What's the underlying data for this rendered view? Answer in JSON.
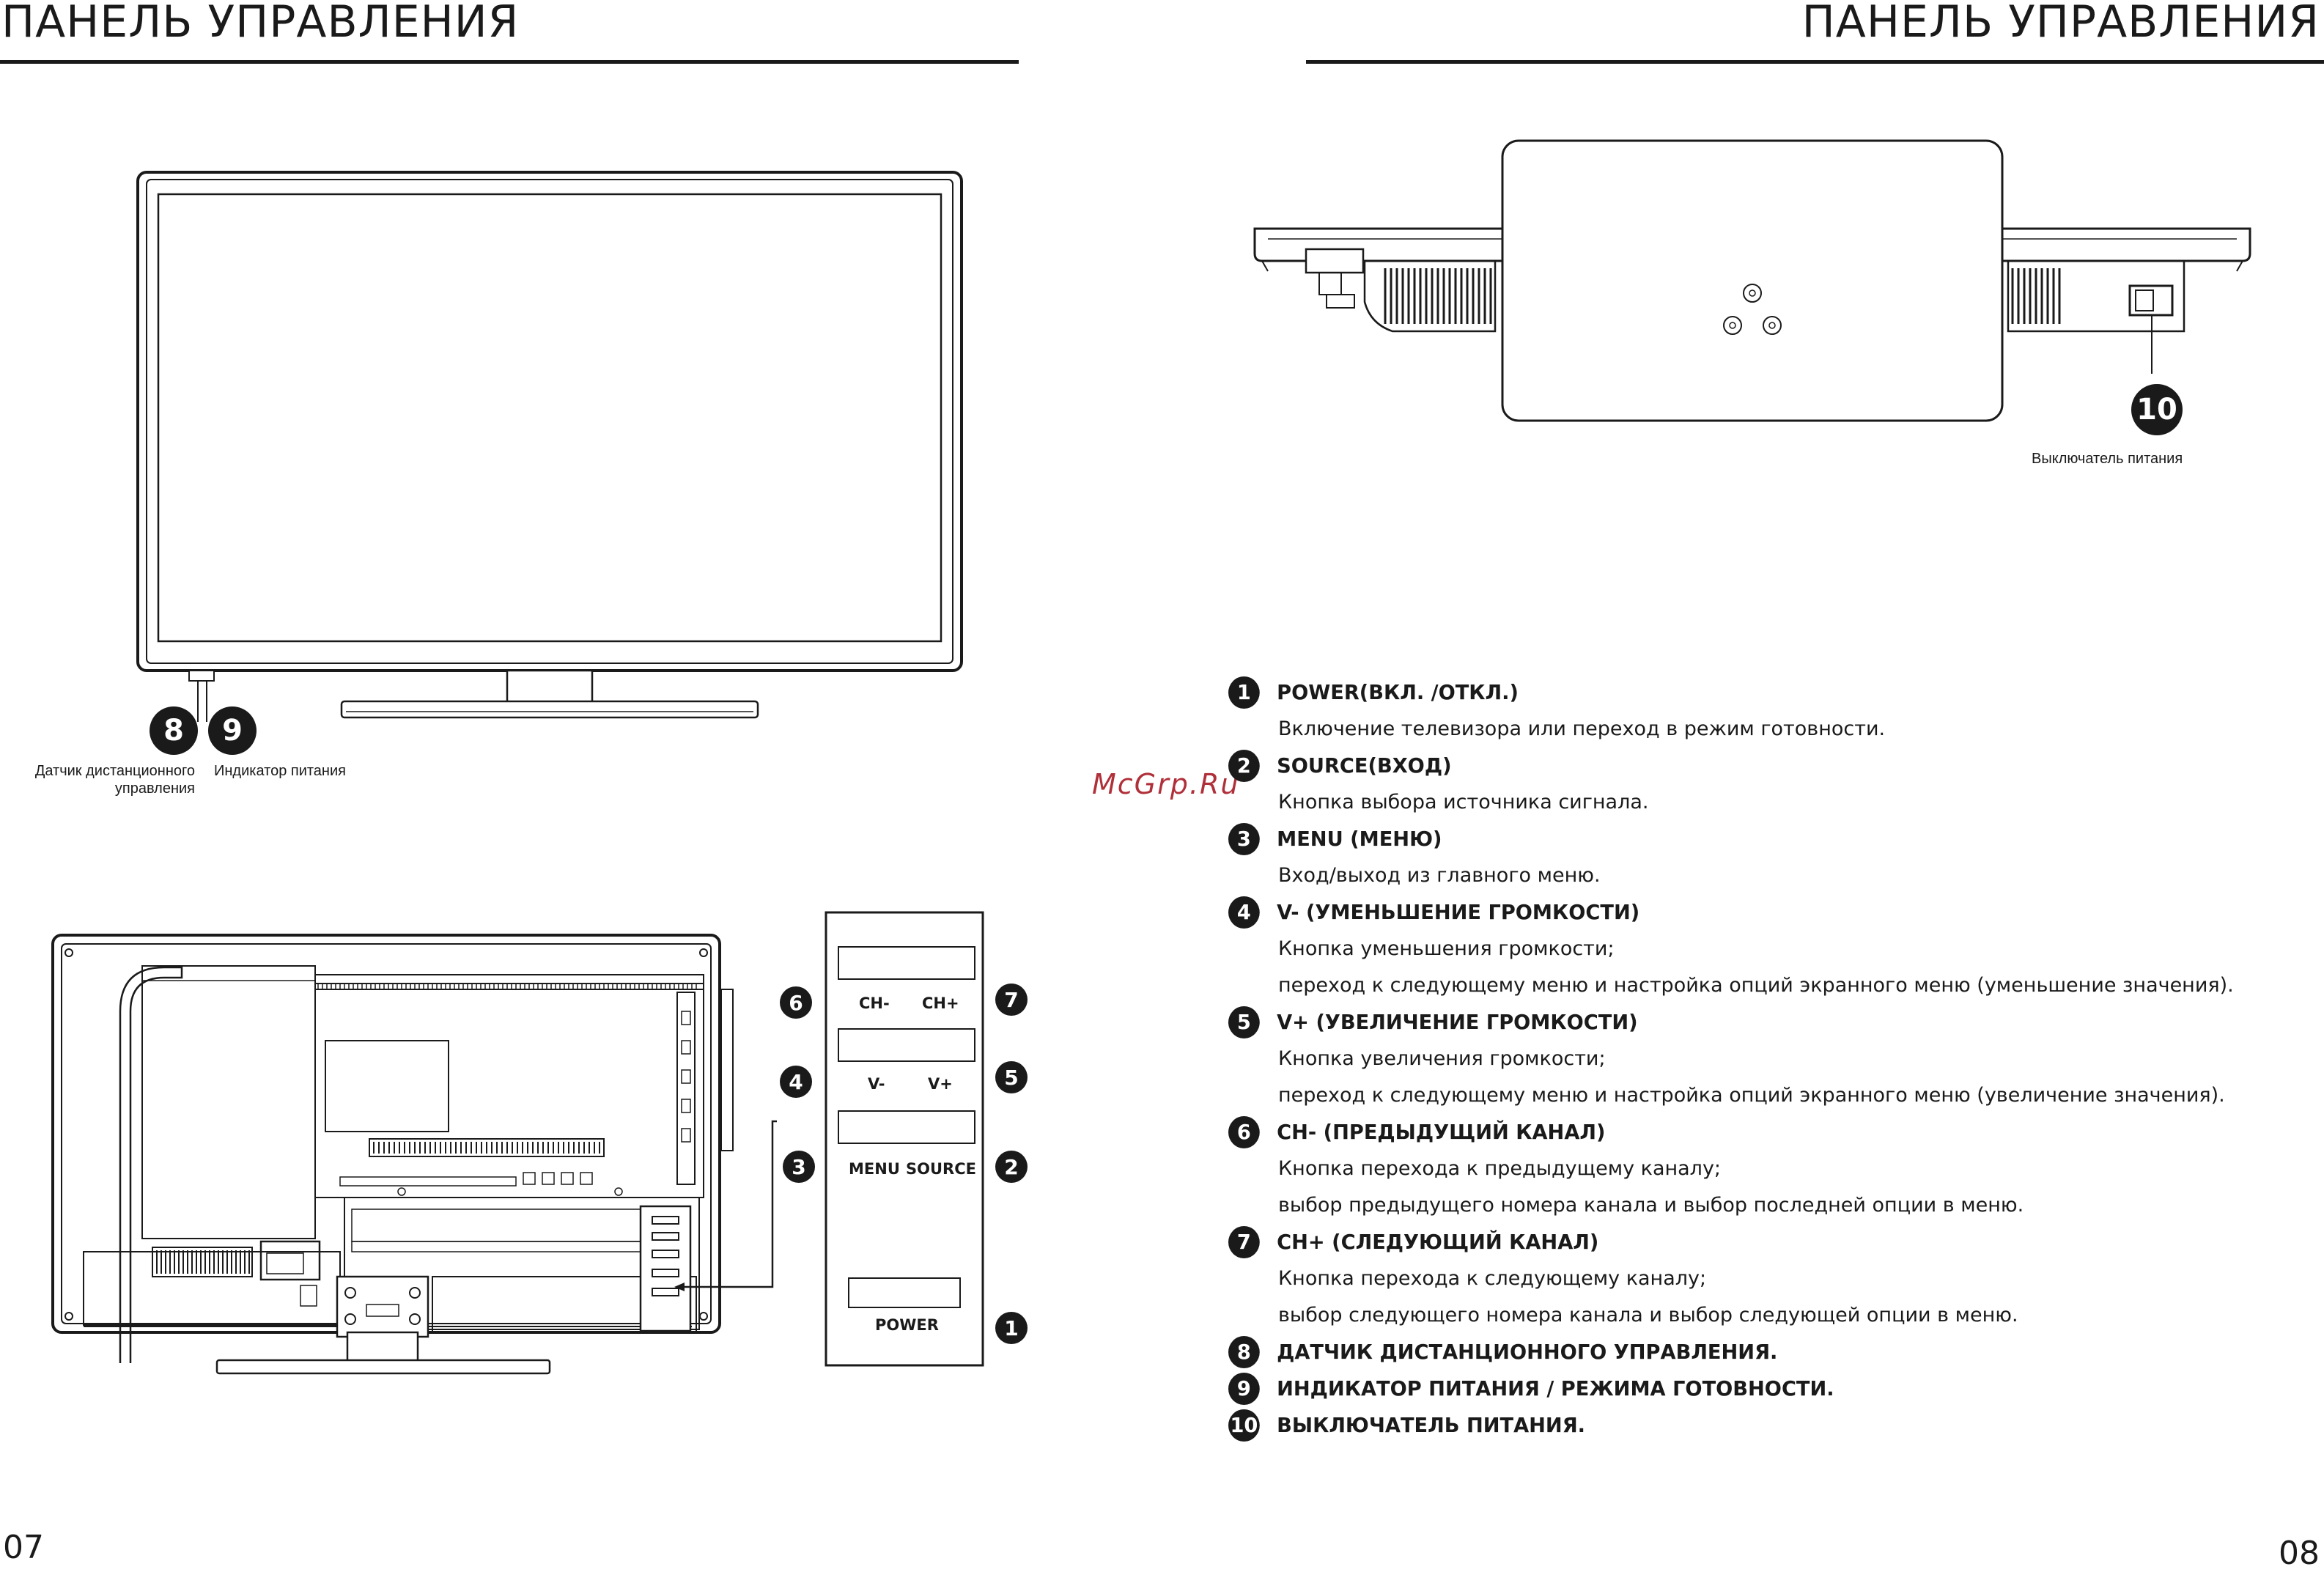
{
  "left_page": {
    "header": "ПАНЕЛЬ УПРАВЛЕНИЯ",
    "page_number": "07",
    "callout_8": {
      "num": "8",
      "caption_line1": "Датчик дистанционного",
      "caption_line2": "управления"
    },
    "callout_9": {
      "num": "9",
      "caption": "Индикатор питания"
    },
    "button_panel": {
      "labels": {
        "ch_minus": "CH-",
        "ch_plus": "CH+",
        "v_minus": "V-",
        "v_plus": "V+",
        "menu": "MENU",
        "source": "SOURCE",
        "power": "POWER"
      },
      "callouts": {
        "n1": "1",
        "n2": "2",
        "n3": "3",
        "n4": "4",
        "n5": "5",
        "n6": "6",
        "n7": "7"
      }
    }
  },
  "right_page": {
    "header": "ПАНЕЛЬ УПРАВЛЕНИЯ",
    "page_number": "08",
    "callout_10": {
      "num": "10",
      "caption": "Выключатель питания"
    },
    "items": [
      {
        "num": "1",
        "title": "POWER(ВКЛ. /ОТКЛ.)",
        "lines": [
          "Включение телевизора или переход в режим готовности."
        ]
      },
      {
        "num": "2",
        "title": "SOURCE(ВХОД)",
        "lines": [
          "Кнопка выбора источника сигнала."
        ]
      },
      {
        "num": "3",
        "title": "MENU (МЕНЮ)",
        "lines": [
          "Вход/выход из главного меню."
        ]
      },
      {
        "num": "4",
        "title": "V- (УМЕНЬШЕНИЕ ГРОМКОСТИ)",
        "lines": [
          "Кнопка уменьшения громкости;",
          "переход к следующему меню и настройка опций экранного меню (уменьшение значения)."
        ]
      },
      {
        "num": "5",
        "title": "V+ (УВЕЛИЧЕНИЕ ГРОМКОСТИ)",
        "lines": [
          "Кнопка увеличения громкости;",
          "переход к следующему меню и настройка опций экранного меню (увеличение значения)."
        ]
      },
      {
        "num": "6",
        "title": "CH- (ПРЕДЫДУЩИЙ КАНАЛ)",
        "lines": [
          "Кнопка перехода к предыдущему каналу;",
          "выбор предыдущего номера канала и выбор последней опции в меню."
        ]
      },
      {
        "num": "7",
        "title": "CH+ (СЛЕДУЮЩИЙ КАНАЛ)",
        "lines": [
          "Кнопка перехода к следующему каналу;",
          "выбор следующего номера канала и выбор следующей опции в меню."
        ]
      },
      {
        "num": "8",
        "title": "ДАТЧИК ДИСТАНЦИОННОГО УПРАВЛЕНИЯ.",
        "lines": []
      },
      {
        "num": "9",
        "title": "ИНДИКАТОР ПИТАНИЯ / РЕЖИМА ГОТОВНОСТИ.",
        "lines": []
      },
      {
        "num": "10",
        "title": "ВЫКЛЮЧАТЕЛЬ ПИТАНИЯ.",
        "lines": []
      }
    ]
  },
  "watermark": "McGrp.Ru"
}
